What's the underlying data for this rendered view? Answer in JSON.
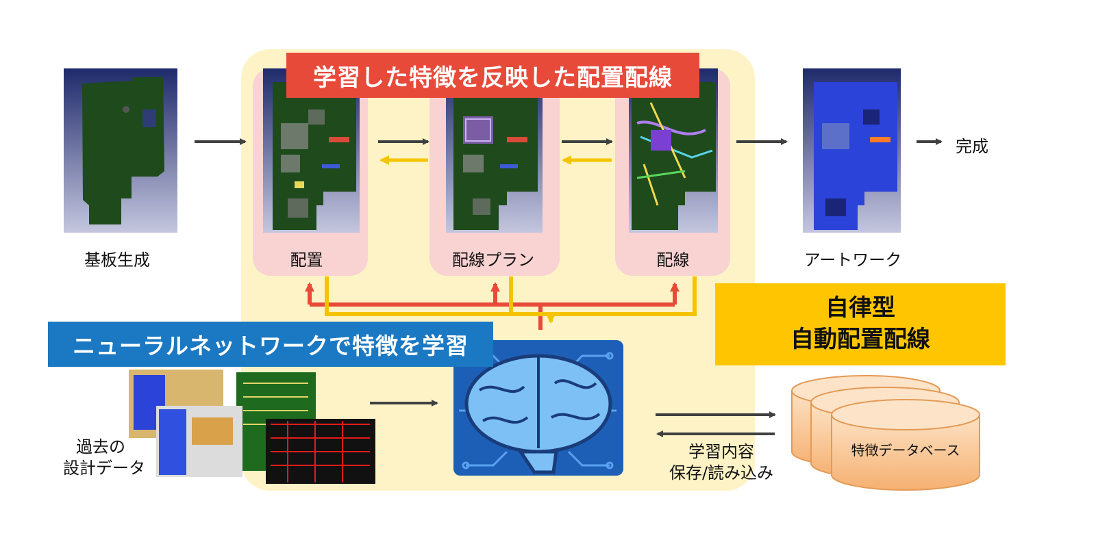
{
  "banners": {
    "top": "学習した特徴を反映した配置配線",
    "neural": "ニューラルネットワークで特徴を学習",
    "autonomous_line1": "自律型",
    "autonomous_line2": "自動配置配線"
  },
  "steps": {
    "substrate": "基板生成",
    "placement": "配置",
    "routing_plan": "配線プラン",
    "routing": "配線",
    "artwork": "アートワーク",
    "complete": "完成"
  },
  "bottom": {
    "past_data_line1": "過去の",
    "past_data_line2": "設計データ",
    "learn_line1": "学習内容",
    "learn_line2": "保存/読み込み",
    "database": "特徴データベース"
  },
  "colors": {
    "red_banner": "#e84a3a",
    "blue_banner": "#1b78c2",
    "gold_banner": "#ffc600",
    "yellow_background": "#fdf3c6",
    "pink_panel": "#f9d2d2",
    "feedback_red": "#e84a3a",
    "feedback_yellow": "#f5c400",
    "arrow_dark": "#404040",
    "database_orange": "#f7c08c"
  },
  "icons": {
    "brain": "brain-circuit-icon",
    "database": "database-cylinder-icon",
    "pcb": "pcb-board-image"
  }
}
